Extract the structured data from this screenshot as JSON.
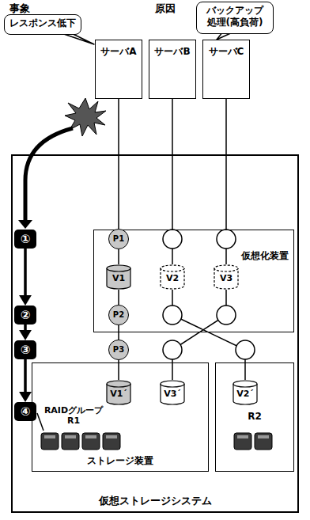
{
  "diagram": {
    "nodes": [
      {
        "text": [
          "レスポンス低下"
        ]
      },
      {
        "text": [
          "バックアップ 処理(高負荷)"
        ]
      },
      {
        "text": [
          "サーバA"
        ]
      },
      {
        "text": [
          "サーバB"
        ]
      },
      {
        "text": [
          "サーバC"
        ]
      },
      {
        "text": [
          "仮想ストレージシステム"
        ]
      },
      {
        "text": [
          "仮想化装置"
        ],
        "in": 5
      },
      {
        "text": [
          "P1"
        ],
        "in": 6
      },
      {
        "text": [
          "V1"
        ],
        "in": 6
      },
      {
        "text": [
          "V2"
        ],
        "in": 6
      },
      {
        "text": [
          "V3"
        ],
        "in": 6
      },
      {
        "text": [
          "P2"
        ],
        "in": 6
      },
      {
        "text": [
          "P3"
        ],
        "in": 5
      },
      {
        "text": [
          "ストレージ装置"
        ],
        "in": 5
      },
      {
        "text": [
          "V1´"
        ],
        "in": 13
      },
      {
        "text": [
          "V3´"
        ],
        "in": 13
      },
      {
        "text": [
          "R2"
        ],
        "in": 5
      },
      {
        "text": [
          "V2´"
        ],
        "in": 16
      },
      {
        "text": [
          "①"
        ],
        "in": 5
      },
      {
        "text": [
          "②"
        ],
        "in": 5
      },
      {
        "text": [
          "③"
        ],
        "in": 5
      },
      {
        "text": [
          "④"
        ],
        "in": 5
      }
    ],
    "edges": [
      {
        "from": 2,
        "to": 7,
        "arrow": "none"
      },
      {
        "from": 7,
        "to": 8,
        "arrow": "none"
      },
      {
        "from": 8,
        "to": 11,
        "arrow": "none"
      },
      {
        "from": 11,
        "to": 12,
        "arrow": "none"
      },
      {
        "from": 12,
        "to": 14,
        "arrow": "none"
      },
      {
        "from": 3,
        "to": 9,
        "arrow": "none"
      },
      {
        "from": 4,
        "to": 10,
        "arrow": "none"
      },
      {
        "from": 9,
        "to": 17,
        "arrow": "none"
      },
      {
        "from": 10,
        "to": 15,
        "arrow": "none"
      },
      {
        "from": 18,
        "to": 19,
        "arrow": "to"
      },
      {
        "from": 19,
        "to": 20,
        "arrow": "to"
      },
      {
        "from": 20,
        "to": 21,
        "arrow": "to"
      }
    ],
    "labels": [
      "事象",
      "原因",
      "RAIDグループ R1"
    ]
  }
}
